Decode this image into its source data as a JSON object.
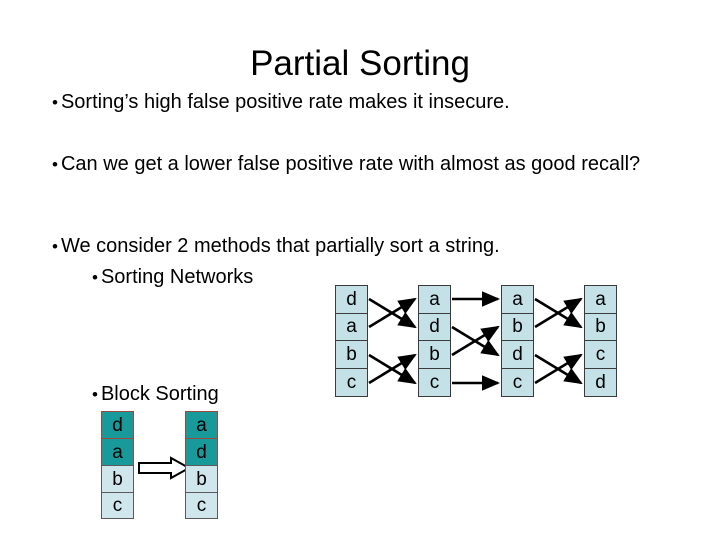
{
  "slide": {
    "title": "Partial Sorting",
    "background": "#ffffff",
    "text_color": "#000000"
  },
  "bullets": [
    {
      "level": 1,
      "text": "Sorting’s high false positive rate makes it insecure."
    },
    {
      "level": 1,
      "text": "Can we get a lower false positive rate with almost as good recall?"
    },
    {
      "level": 1,
      "text": "We consider 2 methods that partially sort a string."
    },
    {
      "level": 2,
      "text": "Sorting Networks"
    },
    {
      "level": 2,
      "text": "Block Sorting"
    }
  ],
  "colors": {
    "cell_light_blue": "#c3e1e6",
    "cell_teal": "#189a9a",
    "cell_outline": "#3b3b3b",
    "teal_outline": "#9b4a3f",
    "arrow": "#000000"
  },
  "sorting_network": {
    "caption_bullet": "Sorting Networks",
    "columns": [
      {
        "name": "stage-0-input",
        "letters": [
          "d",
          "a",
          "b",
          "c"
        ]
      },
      {
        "name": "stage-1",
        "letters": [
          "a",
          "d",
          "b",
          "c"
        ]
      },
      {
        "name": "stage-2",
        "letters": [
          "a",
          "b",
          "d",
          "c"
        ]
      },
      {
        "name": "stage-3-output",
        "letters": [
          "a",
          "b",
          "c",
          "d"
        ]
      }
    ],
    "stages": [
      {
        "from": 0,
        "to": 1,
        "comparators": [
          {
            "rows": [
              0,
              1
            ],
            "swapped": true
          },
          {
            "rows": [
              2,
              3
            ],
            "swapped": true
          }
        ]
      },
      {
        "from": 1,
        "to": 2,
        "comparators": [
          {
            "rows": [
              0,
              0
            ],
            "swapped": false
          },
          {
            "rows": [
              1,
              2
            ],
            "swapped": true
          },
          {
            "rows": [
              3,
              3
            ],
            "swapped": false
          }
        ]
      },
      {
        "from": 2,
        "to": 3,
        "comparators": [
          {
            "rows": [
              0,
              1
            ],
            "swapped": true
          },
          {
            "rows": [
              2,
              3
            ],
            "swapped": true
          }
        ]
      }
    ]
  },
  "block_sorting": {
    "caption_bullet": "Block Sorting",
    "arrow_glyph": "hollow-right-arrow",
    "before": {
      "name": "block-before",
      "cells": [
        {
          "letter": "d",
          "highlighted": true
        },
        {
          "letter": "a",
          "highlighted": true
        },
        {
          "letter": "b",
          "highlighted": false
        },
        {
          "letter": "c",
          "highlighted": false
        }
      ]
    },
    "after": {
      "name": "block-after",
      "cells": [
        {
          "letter": "a",
          "highlighted": true
        },
        {
          "letter": "d",
          "highlighted": true
        },
        {
          "letter": "b",
          "highlighted": false
        },
        {
          "letter": "c",
          "highlighted": false
        }
      ]
    }
  }
}
